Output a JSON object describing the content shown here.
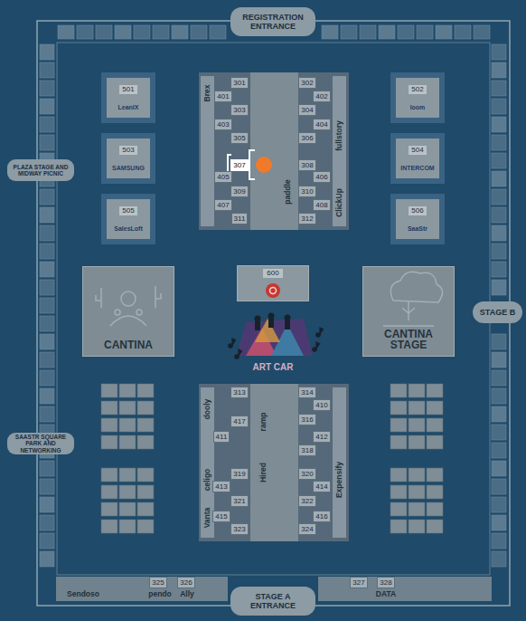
{
  "diagram": {
    "nodes": [
      {
        "text": [
          "REGISTRATION ENTRANCE"
        ]
      },
      {
        "text": [
          "PLAZA STAGE AND MIDWAY PICNIC"
        ]
      },
      {
        "text": [
          "501",
          "LeanIX"
        ]
      },
      {
        "text": [
          "502",
          "loom"
        ]
      },
      {
        "text": [
          "503",
          "SAMSUNG"
        ]
      },
      {
        "text": [
          "504",
          "INTERCOM"
        ]
      },
      {
        "text": [
          "505",
          "SalesLoft"
        ]
      },
      {
        "text": [
          "506",
          "SaaStr"
        ]
      },
      {
        "text": [
          "301"
        ]
      },
      {
        "text": [
          "302"
        ]
      },
      {
        "text": [
          "401"
        ]
      },
      {
        "text": [
          "402"
        ]
      },
      {
        "text": [
          "303"
        ]
      },
      {
        "text": [
          "304"
        ]
      },
      {
        "text": [
          "403"
        ]
      },
      {
        "text": [
          "404"
        ]
      },
      {
        "text": [
          "305"
        ]
      },
      {
        "text": [
          "306"
        ]
      },
      {
        "text": [
          "307"
        ]
      },
      {
        "text": [
          "308"
        ]
      },
      {
        "text": [
          "405"
        ]
      },
      {
        "text": [
          "406"
        ]
      },
      {
        "text": [
          "309"
        ]
      },
      {
        "text": [
          "310"
        ]
      },
      {
        "text": [
          "407"
        ]
      },
      {
        "text": [
          "408"
        ]
      },
      {
        "text": [
          "311"
        ]
      },
      {
        "text": [
          "312"
        ]
      },
      {
        "text": [
          "600"
        ]
      },
      {
        "text": [
          "CANTINA"
        ]
      },
      {
        "text": [
          "CANTINA STAGE"
        ]
      },
      {
        "text": [
          "STAGE B"
        ]
      },
      {
        "text": [
          "SAASTR SQUARE PARK AND NETWORKING"
        ]
      },
      {
        "text": [
          "313"
        ]
      },
      {
        "text": [
          "314"
        ]
      },
      {
        "text": [
          "410"
        ]
      },
      {
        "text": [
          "417"
        ]
      },
      {
        "text": [
          "316"
        ]
      },
      {
        "text": [
          "411"
        ]
      },
      {
        "text": [
          "412"
        ]
      },
      {
        "text": [
          "318"
        ]
      },
      {
        "text": [
          "319"
        ]
      },
      {
        "text": [
          "320"
        ]
      },
      {
        "text": [
          "413"
        ]
      },
      {
        "text": [
          "414"
        ]
      },
      {
        "text": [
          "321"
        ]
      },
      {
        "text": [
          "322"
        ]
      },
      {
        "text": [
          "415"
        ]
      },
      {
        "text": [
          "416"
        ]
      },
      {
        "text": [
          "323"
        ]
      },
      {
        "text": [
          "324"
        ]
      },
      {
        "text": [
          "325"
        ]
      },
      {
        "text": [
          "326"
        ]
      },
      {
        "text": [
          "327"
        ]
      },
      {
        "text": [
          "328"
        ]
      },
      {
        "text": [
          "STAGE A ENTRANCE"
        ]
      }
    ],
    "labels": [
      "Brex",
      "fullstory",
      "paddle",
      "ClickUp",
      "ART CAR",
      "dooly",
      "ramp",
      "celigo",
      "Hired",
      "Vanta",
      "Expensify",
      "Sendoso",
      "pendo",
      "Ally",
      "DATA"
    ]
  }
}
